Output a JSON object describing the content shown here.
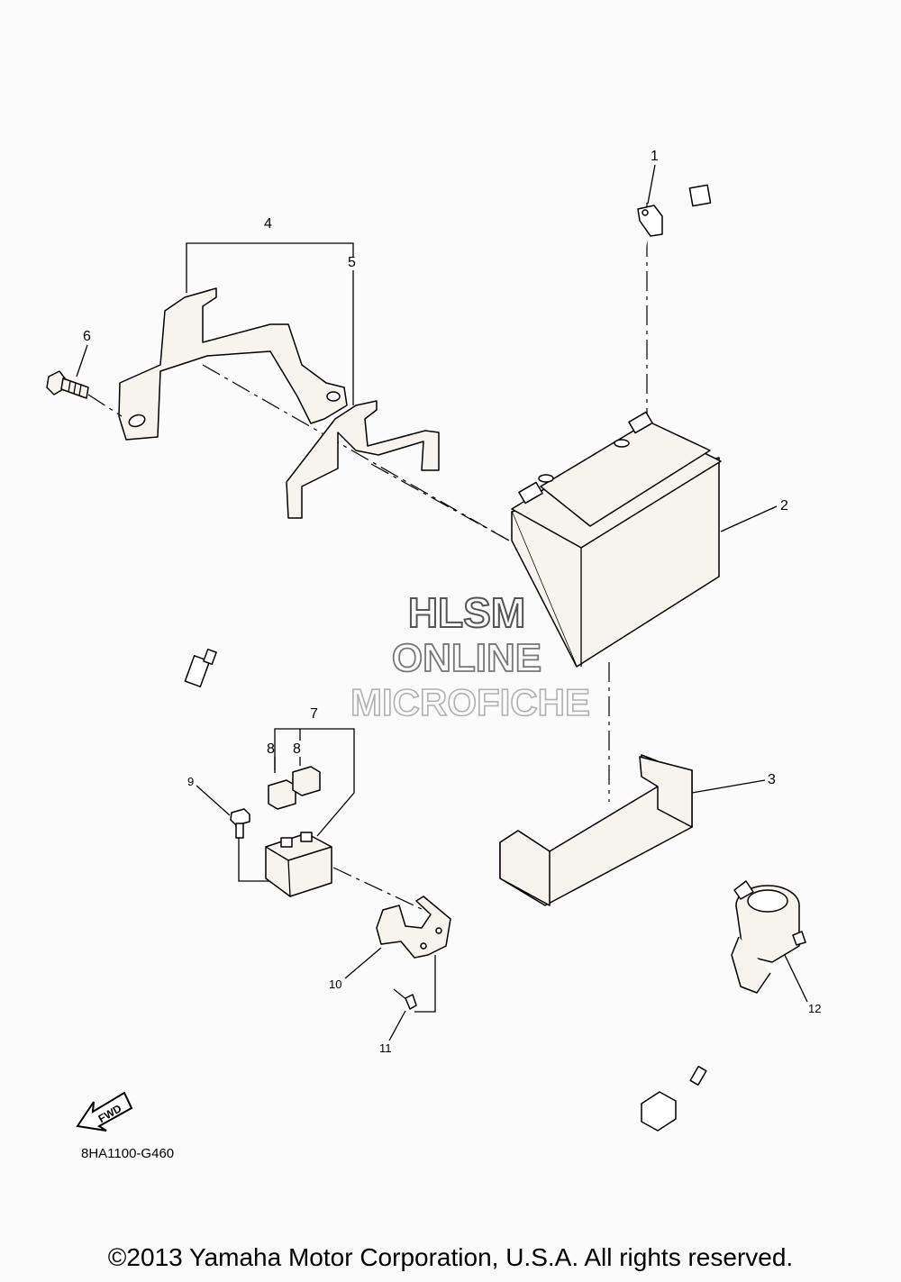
{
  "callouts": {
    "c1": "1",
    "c2": "2",
    "c3": "3",
    "c4": "4",
    "c5": "5",
    "c6": "6",
    "c7": "7",
    "c8a": "8",
    "c8b": "8",
    "c9": "9",
    "c10": "10",
    "c11": "11",
    "c12": "12"
  },
  "fwd_label": "FWD",
  "watermark": {
    "line1": "HLSM",
    "line2": "ONLINE",
    "line3": "MICROFICHE"
  },
  "diagram_code": "8HA1100-G460",
  "copyright": "©2013 Yamaha Motor Corporation, U.S.A. All rights reserved."
}
